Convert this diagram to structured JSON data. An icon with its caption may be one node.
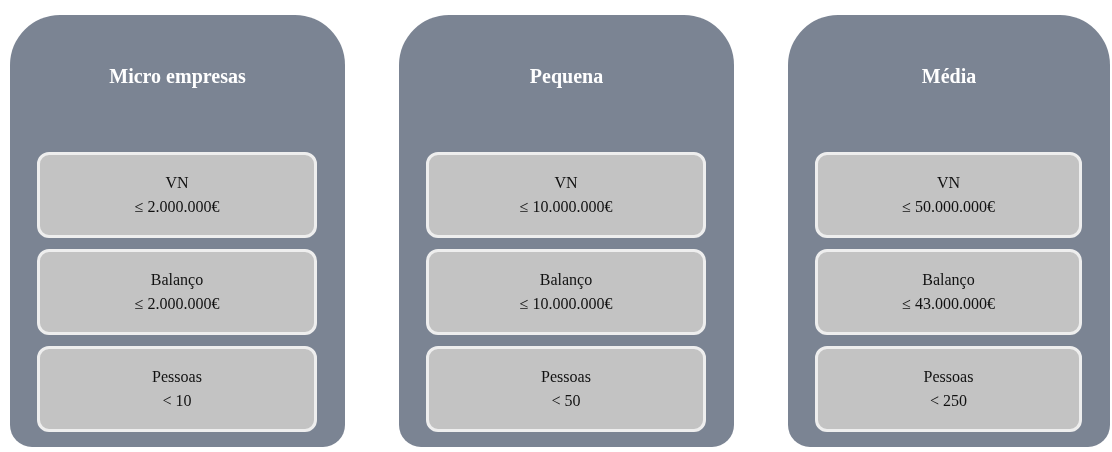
{
  "diagram": {
    "nodes": [
      {
        "text": [
          "Micro empresas"
        ]
      },
      {
        "text": [
          "VN",
          "≤ 2.000.000€"
        ],
        "in": 0
      },
      {
        "text": [
          "Balanço",
          "≤ 2.000.000€"
        ],
        "in": 0
      },
      {
        "text": [
          "Pessoas",
          "< 10"
        ],
        "in": 0
      },
      {
        "text": [
          "Pequena"
        ]
      },
      {
        "text": [
          "VN",
          "≤ 10.000.000€"
        ],
        "in": 4
      },
      {
        "text": [
          "Balanço",
          "≤ 10.000.000€"
        ],
        "in": 4
      },
      {
        "text": [
          "Pessoas",
          "< 50"
        ],
        "in": 4
      },
      {
        "text": [
          "Média"
        ]
      },
      {
        "text": [
          "VN",
          "≤ 50.000.000€"
        ],
        "in": 8
      },
      {
        "text": [
          "Balanço",
          "≤ 43.000.000€"
        ],
        "in": 8
      },
      {
        "text": [
          "Pessoas",
          "< 250"
        ],
        "in": 8
      }
    ]
  }
}
